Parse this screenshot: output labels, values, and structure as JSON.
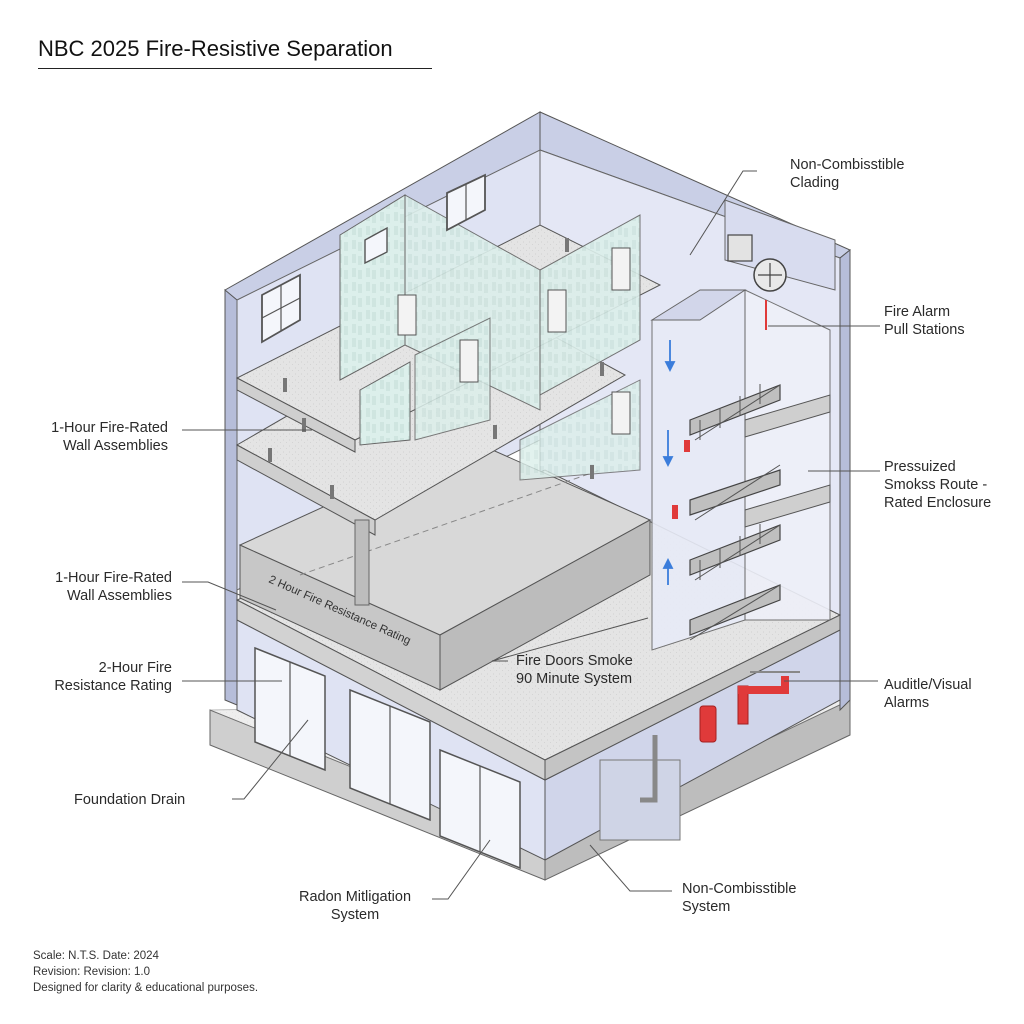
{
  "title": "NBC 2025 Fire-Resistive Separation",
  "labels": {
    "cladding": [
      "Non-Combisstible",
      "Clading"
    ],
    "pull": [
      "Fire Alarm",
      "Pull Stations"
    ],
    "wall1": [
      "1-Hour Fire-Rated",
      "Wall Assemblies"
    ],
    "pressurized": [
      "Pressuized",
      "Smokss Route -",
      "Rated Enclosure"
    ],
    "wall2": [
      "1-Hour Fire-Rated",
      "Wall Assemblies"
    ],
    "twohour": [
      "2-Hour Fire",
      "Resistance Rating"
    ],
    "doors": [
      "Fire Doors Smoke",
      "90 Minute System"
    ],
    "alarms": [
      "Auditle/Visual",
      "Alarms"
    ],
    "drain": [
      "Foundation Drain"
    ],
    "radon": [
      "Radon Mitligation",
      "System"
    ],
    "noncomb": [
      "Non-Combisstible",
      "System"
    ]
  },
  "slab_text": "2 Hour Fire Resistance Rating",
  "footer": {
    "scale": "Scale: N.T.S. Date: 2024",
    "revision": "Revision: Revision: 1.0",
    "note": "Designed for clarity & educational purposes."
  },
  "colors": {
    "wall": "#dfe3f3",
    "wall_dark": "#c9cfe6",
    "slab": "#e3e3e3",
    "fire_board": "#dcefeb",
    "fire_red": "#e03a3a",
    "arrow_blue": "#3b7ddb",
    "line": "#555555"
  }
}
